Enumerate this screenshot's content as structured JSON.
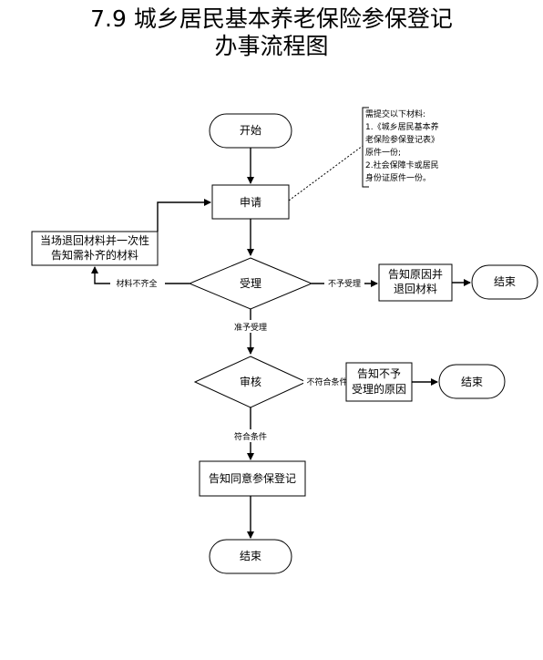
{
  "title": {
    "line1": "7.9 城乡居民基本养老保险参保登记",
    "line2": "办事流程图"
  },
  "nodes": {
    "start": "开始",
    "apply": "申请",
    "return_materials_1": "当场退回材料并一次性",
    "return_materials_2": "告知需补齐的材料",
    "accept": "受理",
    "notify_reason_1": "告知原因并",
    "notify_reason_2": "退回材料",
    "end_1": "结束",
    "review": "审核",
    "notify_unqualified_1": "告知不予",
    "notify_unqualified_2": "受理的原因",
    "end_2": "结束",
    "notify_approved": "告知同意参保登记",
    "end_3": "结束"
  },
  "edges": {
    "incomplete": "材料不齐全",
    "reject": "不予受理",
    "accepted": "准予受理",
    "unqualified": "不符合条件",
    "qualified": "符合条件"
  },
  "note": {
    "line1": "需提交以下材料:",
    "line2": "1.《城乡居民基本养",
    "line3": "老保险参保登记表》",
    "line4": "原件一份;",
    "line5": "2.社会保障卡或居民",
    "line6": "身份证原件一份。"
  }
}
